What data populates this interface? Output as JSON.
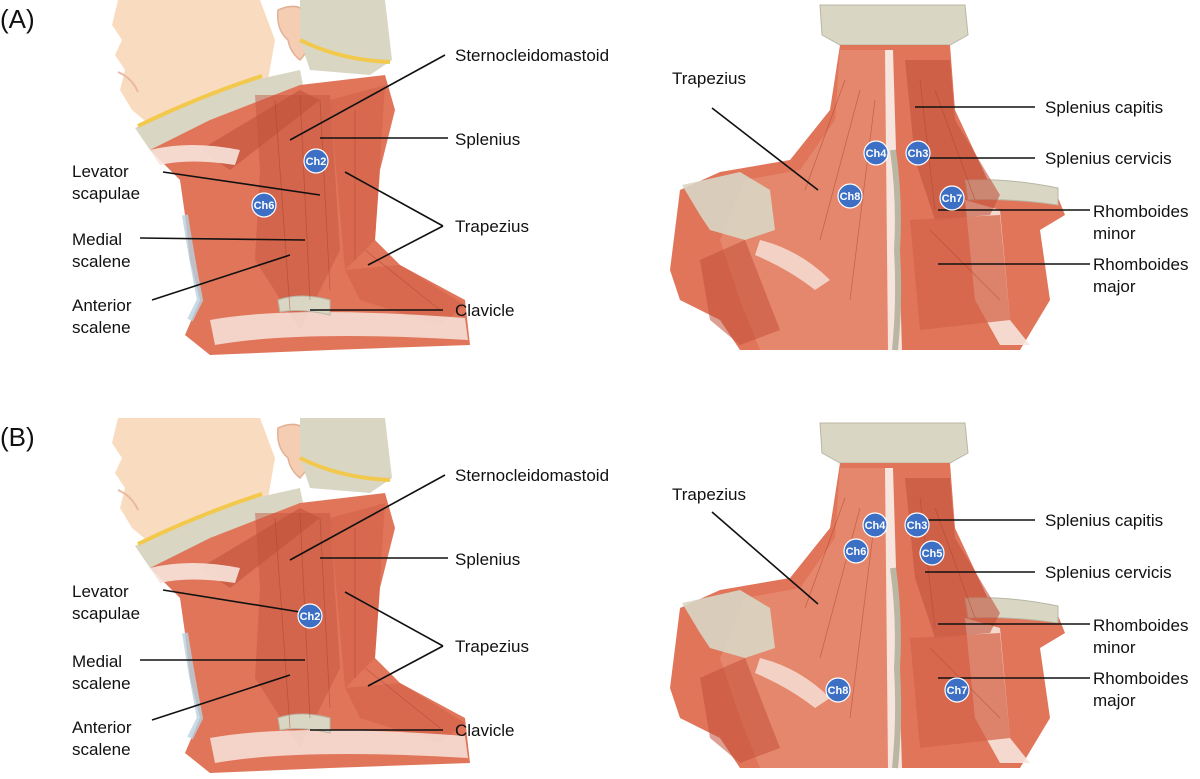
{
  "panels": {
    "a": {
      "panel_label": "(A)",
      "labels": {
        "sternocleidomastoid": "Sternocleidomastoid",
        "splenius": "Splenius",
        "levator": [
          "Levator",
          "scapulae"
        ],
        "medial": [
          "Medial",
          "scalene"
        ],
        "anterior": [
          "Anterior",
          "scalene"
        ],
        "trapezius_side": "Trapezius",
        "clavicle": "Clavicle",
        "trapezius_back": "Trapezius",
        "splenius_capitis": "Splenius capitis",
        "splenius_cervicis": "Splenius cervicis",
        "rhomboides_minor": [
          "Rhomboides",
          "minor"
        ],
        "rhomboides_major": [
          "Rhomboides",
          "major"
        ]
      },
      "channels": {
        "side": [
          "Ch2",
          "Ch6"
        ],
        "back": [
          "Ch4",
          "Ch3",
          "Ch8",
          "Ch7"
        ]
      }
    },
    "b": {
      "panel_label": "(B)",
      "labels": {
        "sternocleidomastoid": "Sternocleidomastoid",
        "splenius": "Splenius",
        "levator": [
          "Levator",
          "scapulae"
        ],
        "medial": [
          "Medial",
          "scalene"
        ],
        "anterior": [
          "Anterior",
          "scalene"
        ],
        "trapezius_side": "Trapezius",
        "clavicle": "Clavicle",
        "trapezius_back": "Trapezius",
        "splenius_capitis": "Splenius capitis",
        "splenius_cervicis": "Splenius cervicis",
        "rhomboides_minor": [
          "Rhomboides",
          "minor"
        ],
        "rhomboides_major": [
          "Rhomboides",
          "major"
        ]
      },
      "channels": {
        "side": [
          "Ch2"
        ],
        "back": [
          "Ch4",
          "Ch3",
          "Ch6",
          "Ch5",
          "Ch8",
          "Ch7"
        ]
      }
    }
  },
  "colors": {
    "muscle": "#e0755a",
    "muscle_dark": "#c2513a",
    "muscle_light": "#f4b8a3",
    "tendon": "#f7e4dc",
    "bone": "#d9d6c4",
    "bone_dark": "#b9b6a3",
    "skin": "#f9dcc0",
    "fat": "#f2c94c",
    "channel": "#3d6fc4"
  }
}
